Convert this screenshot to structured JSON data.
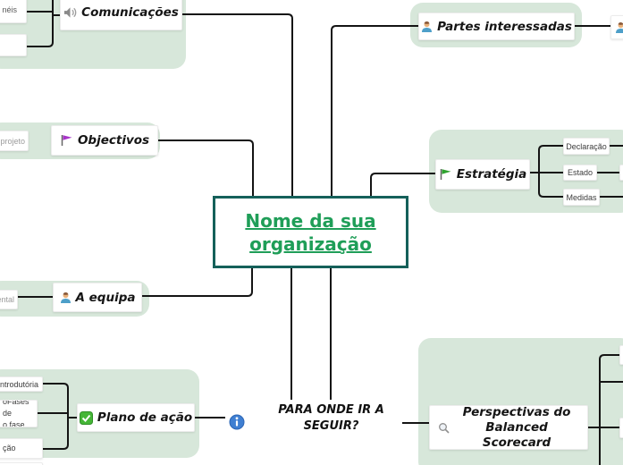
{
  "app": {
    "view": "mind-map-canvas"
  },
  "canvas": {
    "background": "#ffffff",
    "region_color": "#d7e7da",
    "line_color": "#141414",
    "center_border_color": "#15605a",
    "center_text_color": "#1f9e58"
  },
  "center": {
    "title": "Nome da sua organização"
  },
  "branches": {
    "comunicacoes": {
      "label": "Comunicações",
      "icon": "speaker-icon",
      "children_partial": [
        "néis",
        ""
      ]
    },
    "objectivos": {
      "label": "Objectivos",
      "icon": "purple-flag-icon",
      "children_partial": [
        "projeto"
      ]
    },
    "partes_interessadas": {
      "label": "Partes interessadas",
      "icon": "person-icon"
    },
    "estrategia": {
      "label": "Estratégia",
      "icon": "green-flag-icon",
      "children": [
        "Declaração",
        "Estado",
        "Medidas"
      ]
    },
    "a_equipa": {
      "label": "A equipa",
      "icon": "person-icon",
      "children_partial": [
        "ental"
      ]
    },
    "plano_de_acao": {
      "label": "Plano de ação",
      "icon": "checkmark-icon",
      "children_partial": [
        "ntrodutória",
        "oFases de\no fase",
        "ção"
      ]
    },
    "para_onde": {
      "label": "PARA ONDE IR A SEGUIR?",
      "icon": "info-icon"
    },
    "perspectivas": {
      "label": "Perspectivas do Balanced Scorecard",
      "icon": "magnifier-icon"
    }
  }
}
